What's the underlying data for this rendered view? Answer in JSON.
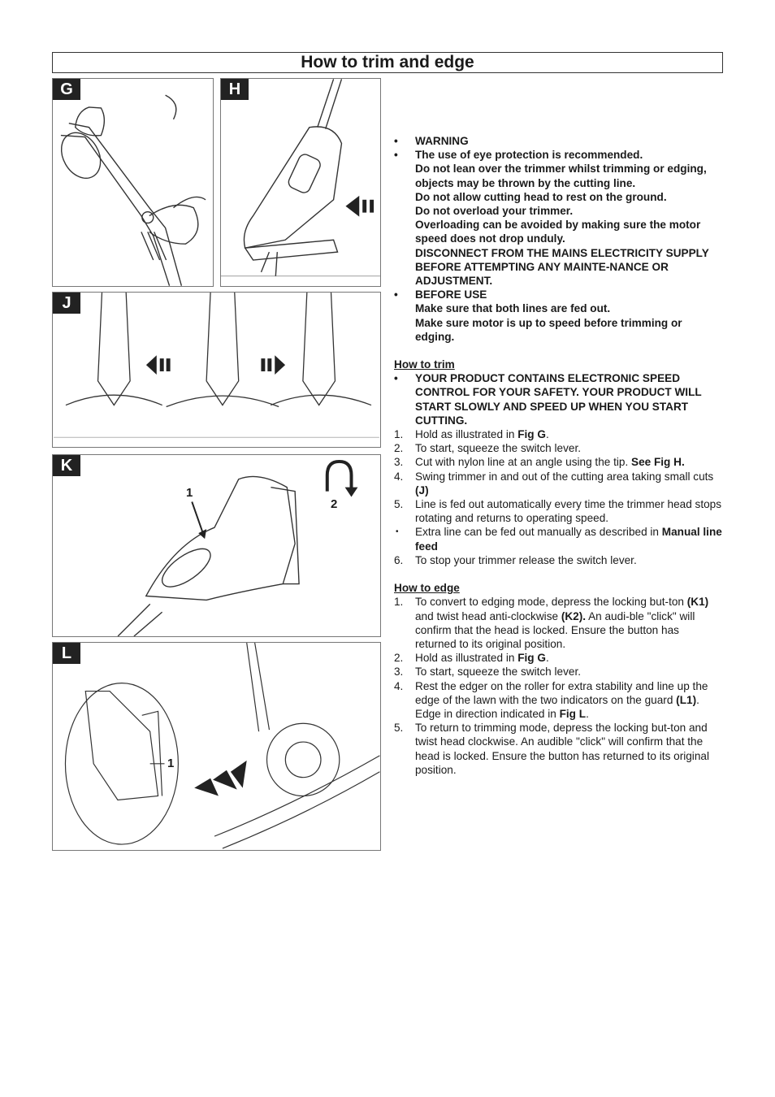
{
  "page": {
    "title": "How to trim and edge"
  },
  "figures": {
    "g": {
      "label": "G"
    },
    "h": {
      "label": "H"
    },
    "j": {
      "label": "J"
    },
    "k": {
      "label": "K",
      "callout_1": "1",
      "callout_2": "2"
    },
    "l": {
      "label": "L",
      "callout_1": "1"
    }
  },
  "safety": {
    "warning_title": "WARNING",
    "warning_lines": [
      "The use of eye protection is recommended.",
      "Do not lean over the trimmer whilst trimming or edging, objects may be thrown by the cutting line.",
      "Do not allow cutting head to rest on the ground.",
      "Do not overload your trimmer.",
      "Overloading can be avoided by making sure the motor speed does not drop unduly.",
      "DISCONNECT FROM THE MAINS ELECTRICITY SUPPLY BEFORE ATTEMPTING ANY MAINTE-NANCE OR ADJUSTMENT."
    ],
    "before_use_title": "BEFORE USE",
    "before_use_lines": [
      "Make sure that both lines are fed out.",
      "Make sure motor is up to speed before trimming or edging."
    ]
  },
  "how_to_trim": {
    "heading": "How to trim",
    "notice": "YOUR PRODUCT CONTAINS ELECTRONIC SPEED CONTROL FOR YOUR SAFETY.  YOUR PRODUCT WILL START SLOWLY AND SPEED UP WHEN YOU START CUTTING.",
    "step1_text": "Hold as illustrated in ",
    "step1_ref": "Fig G",
    "step2": "To start, squeeze the switch lever.",
    "step3_text": "Cut with nylon line at an angle using the tip. ",
    "step3_ref": "See Fig H.",
    "step4_text": "Swing trimmer in and out of the cutting area taking small cuts ",
    "step4_ref": "(J)",
    "step5": "Line is fed out automatically every time the trimmer head stops rotating and returns to operating speed.",
    "extra_text": "Extra line can be fed out manually as described in ",
    "extra_ref": "Manual line feed",
    "step6": "To stop your trimmer release the switch lever."
  },
  "how_to_edge": {
    "heading": "How to edge",
    "step1_a": "To convert to edging mode, depress the locking but-ton ",
    "step1_k1": "(K1)",
    "step1_b": " and twist head anti-clockwise ",
    "step1_k2": "(K2).",
    "step1_c": "  An audi-ble \"click\" will confirm that the head is locked. Ensure the button has returned to its original position.",
    "step2_text": "Hold as illustrated in ",
    "step2_ref": "Fig G",
    "step3": "To start, squeeze the switch lever.",
    "step4_a": "Rest the edger on the roller for extra stability and line up the edge of the lawn with the two indicators on the guard ",
    "step4_l1": "(L1)",
    "step4_b": ".  Edge in direction indicated in ",
    "step4_ref": "Fig L",
    "step5": "To return to trimming mode, depress the locking but-ton and twist head clockwise.  An audible \"click\" will confirm that the head is locked.  Ensure the button has returned to its original position."
  },
  "markers": {
    "bullet": "•",
    "small_bullet": "•",
    "period": ".",
    "n1": "1.",
    "n2": "2.",
    "n3": "3.",
    "n4": "4.",
    "n5": "5.",
    "n6": "6."
  }
}
